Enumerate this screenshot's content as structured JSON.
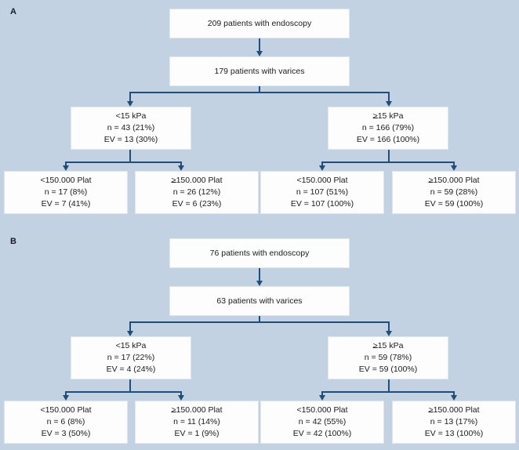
{
  "figure": {
    "background_color": "#c3d2e2",
    "box_fill": "#fdfdfd",
    "connector_color": "#1f4e79"
  },
  "panels": [
    {
      "label": "A",
      "nodes": {
        "root": {
          "lines": [
            "209 patients with endoscopy"
          ]
        },
        "varices": {
          "lines": [
            "179 patients with varices"
          ]
        },
        "kpa_low": {
          "lines": [
            "<15 kPa",
            "n = 43 (21%)",
            "EV = 13 (30%)"
          ]
        },
        "kpa_high": {
          "lines": [
            ">15 kPa",
            "n = 166 (79%)",
            "EV = 166 (100%)"
          ],
          "first_line_underlined": true
        },
        "plat_1": {
          "lines": [
            "<150.000 Plat",
            "n = 17 (8%)",
            "EV = 7 (41%)"
          ]
        },
        "plat_2": {
          "lines": [
            ">150.000 Plat",
            "n = 26 (12%)",
            "EV = 6 (23%)"
          ],
          "first_line_underlined": true
        },
        "plat_3": {
          "lines": [
            "<150.000 Plat",
            "n = 107 (51%)",
            "EV = 107 (100%)"
          ]
        },
        "plat_4": {
          "lines": [
            ">150.000 Plat",
            "n = 59 (28%)",
            "EV = 59 (100%)"
          ],
          "first_line_underlined": true
        }
      }
    },
    {
      "label": "B",
      "nodes": {
        "root": {
          "lines": [
            "76 patients with endoscopy"
          ]
        },
        "varices": {
          "lines": [
            "63 patients with varices"
          ]
        },
        "kpa_low": {
          "lines": [
            "<15 kPa",
            "n = 17 (22%)",
            "EV = 4 (24%)"
          ]
        },
        "kpa_high": {
          "lines": [
            ">15 kPa",
            "n = 59 (78%)",
            "EV = 59 (100%)"
          ],
          "first_line_underlined": true
        },
        "plat_1": {
          "lines": [
            "<150.000 Plat",
            "n = 6 (8%)",
            "EV = 3 (50%)"
          ]
        },
        "plat_2": {
          "lines": [
            ">150.000 Plat",
            "n = 11 (14%)",
            "EV = 1 (9%)"
          ],
          "first_line_underlined": true
        },
        "plat_3": {
          "lines": [
            "<150.000 Plat",
            "n = 42 (55%)",
            "EV = 42 (100%)"
          ]
        },
        "plat_4": {
          "lines": [
            ">150.000 Plat",
            "n = 13 (17%)",
            "EV = 13 (100%)"
          ],
          "first_line_underlined": true
        }
      }
    }
  ],
  "chart_data": {
    "type": "diagram",
    "title": "",
    "subtype": "flowchart-tree",
    "panels": [
      {
        "panel": "A",
        "levels": [
          {
            "level": 0,
            "boxes": [
              {
                "id": "root",
                "text": "209 patients with endoscopy",
                "n": 209
              }
            ]
          },
          {
            "level": 1,
            "boxes": [
              {
                "id": "varices",
                "text": "179 patients with varices",
                "n": 179
              }
            ]
          },
          {
            "level": 2,
            "boxes": [
              {
                "id": "kpa_low",
                "label": "<15 kPa",
                "n": 43,
                "n_pct": "21%",
                "EV": 13,
                "EV_pct": "30%"
              },
              {
                "id": "kpa_high",
                "label": ">15 kPa",
                "n": 166,
                "n_pct": "79%",
                "EV": 166,
                "EV_pct": "100%"
              }
            ]
          },
          {
            "level": 3,
            "boxes": [
              {
                "id": "plat_1",
                "label": "<150.000 Plat",
                "n": 17,
                "n_pct": "8%",
                "EV": 7,
                "EV_pct": "41%",
                "parent": "kpa_low"
              },
              {
                "id": "plat_2",
                "label": ">150.000 Plat",
                "n": 26,
                "n_pct": "12%",
                "EV": 6,
                "EV_pct": "23%",
                "parent": "kpa_low"
              },
              {
                "id": "plat_3",
                "label": "<150.000 Plat",
                "n": 107,
                "n_pct": "51%",
                "EV": 107,
                "EV_pct": "100%",
                "parent": "kpa_high"
              },
              {
                "id": "plat_4",
                "label": ">150.000 Plat",
                "n": 59,
                "n_pct": "28%",
                "EV": 59,
                "EV_pct": "100%",
                "parent": "kpa_high"
              }
            ]
          }
        ]
      },
      {
        "panel": "B",
        "levels": [
          {
            "level": 0,
            "boxes": [
              {
                "id": "root",
                "text": "76 patients with endoscopy",
                "n": 76
              }
            ]
          },
          {
            "level": 1,
            "boxes": [
              {
                "id": "varices",
                "text": "63 patients with varices",
                "n": 63
              }
            ]
          },
          {
            "level": 2,
            "boxes": [
              {
                "id": "kpa_low",
                "label": "<15 kPa",
                "n": 17,
                "n_pct": "22%",
                "EV": 4,
                "EV_pct": "24%"
              },
              {
                "id": "kpa_high",
                "label": ">15 kPa",
                "n": 59,
                "n_pct": "78%",
                "EV": 59,
                "EV_pct": "100%"
              }
            ]
          },
          {
            "level": 3,
            "boxes": [
              {
                "id": "plat_1",
                "label": "<150.000 Plat",
                "n": 6,
                "n_pct": "8%",
                "EV": 3,
                "EV_pct": "50%",
                "parent": "kpa_low"
              },
              {
                "id": "plat_2",
                "label": ">150.000 Plat",
                "n": 11,
                "n_pct": "14%",
                "EV": 1,
                "EV_pct": "9%",
                "parent": "kpa_low"
              },
              {
                "id": "plat_3",
                "label": "<150.000 Plat",
                "n": 42,
                "n_pct": "55%",
                "EV": 42,
                "EV_pct": "100%",
                "parent": "kpa_high"
              },
              {
                "id": "plat_4",
                "label": ">150.000 Plat",
                "n": 13,
                "n_pct": "17%",
                "EV": 13,
                "EV_pct": "100%",
                "parent": "kpa_high"
              }
            ]
          }
        ]
      }
    ]
  }
}
